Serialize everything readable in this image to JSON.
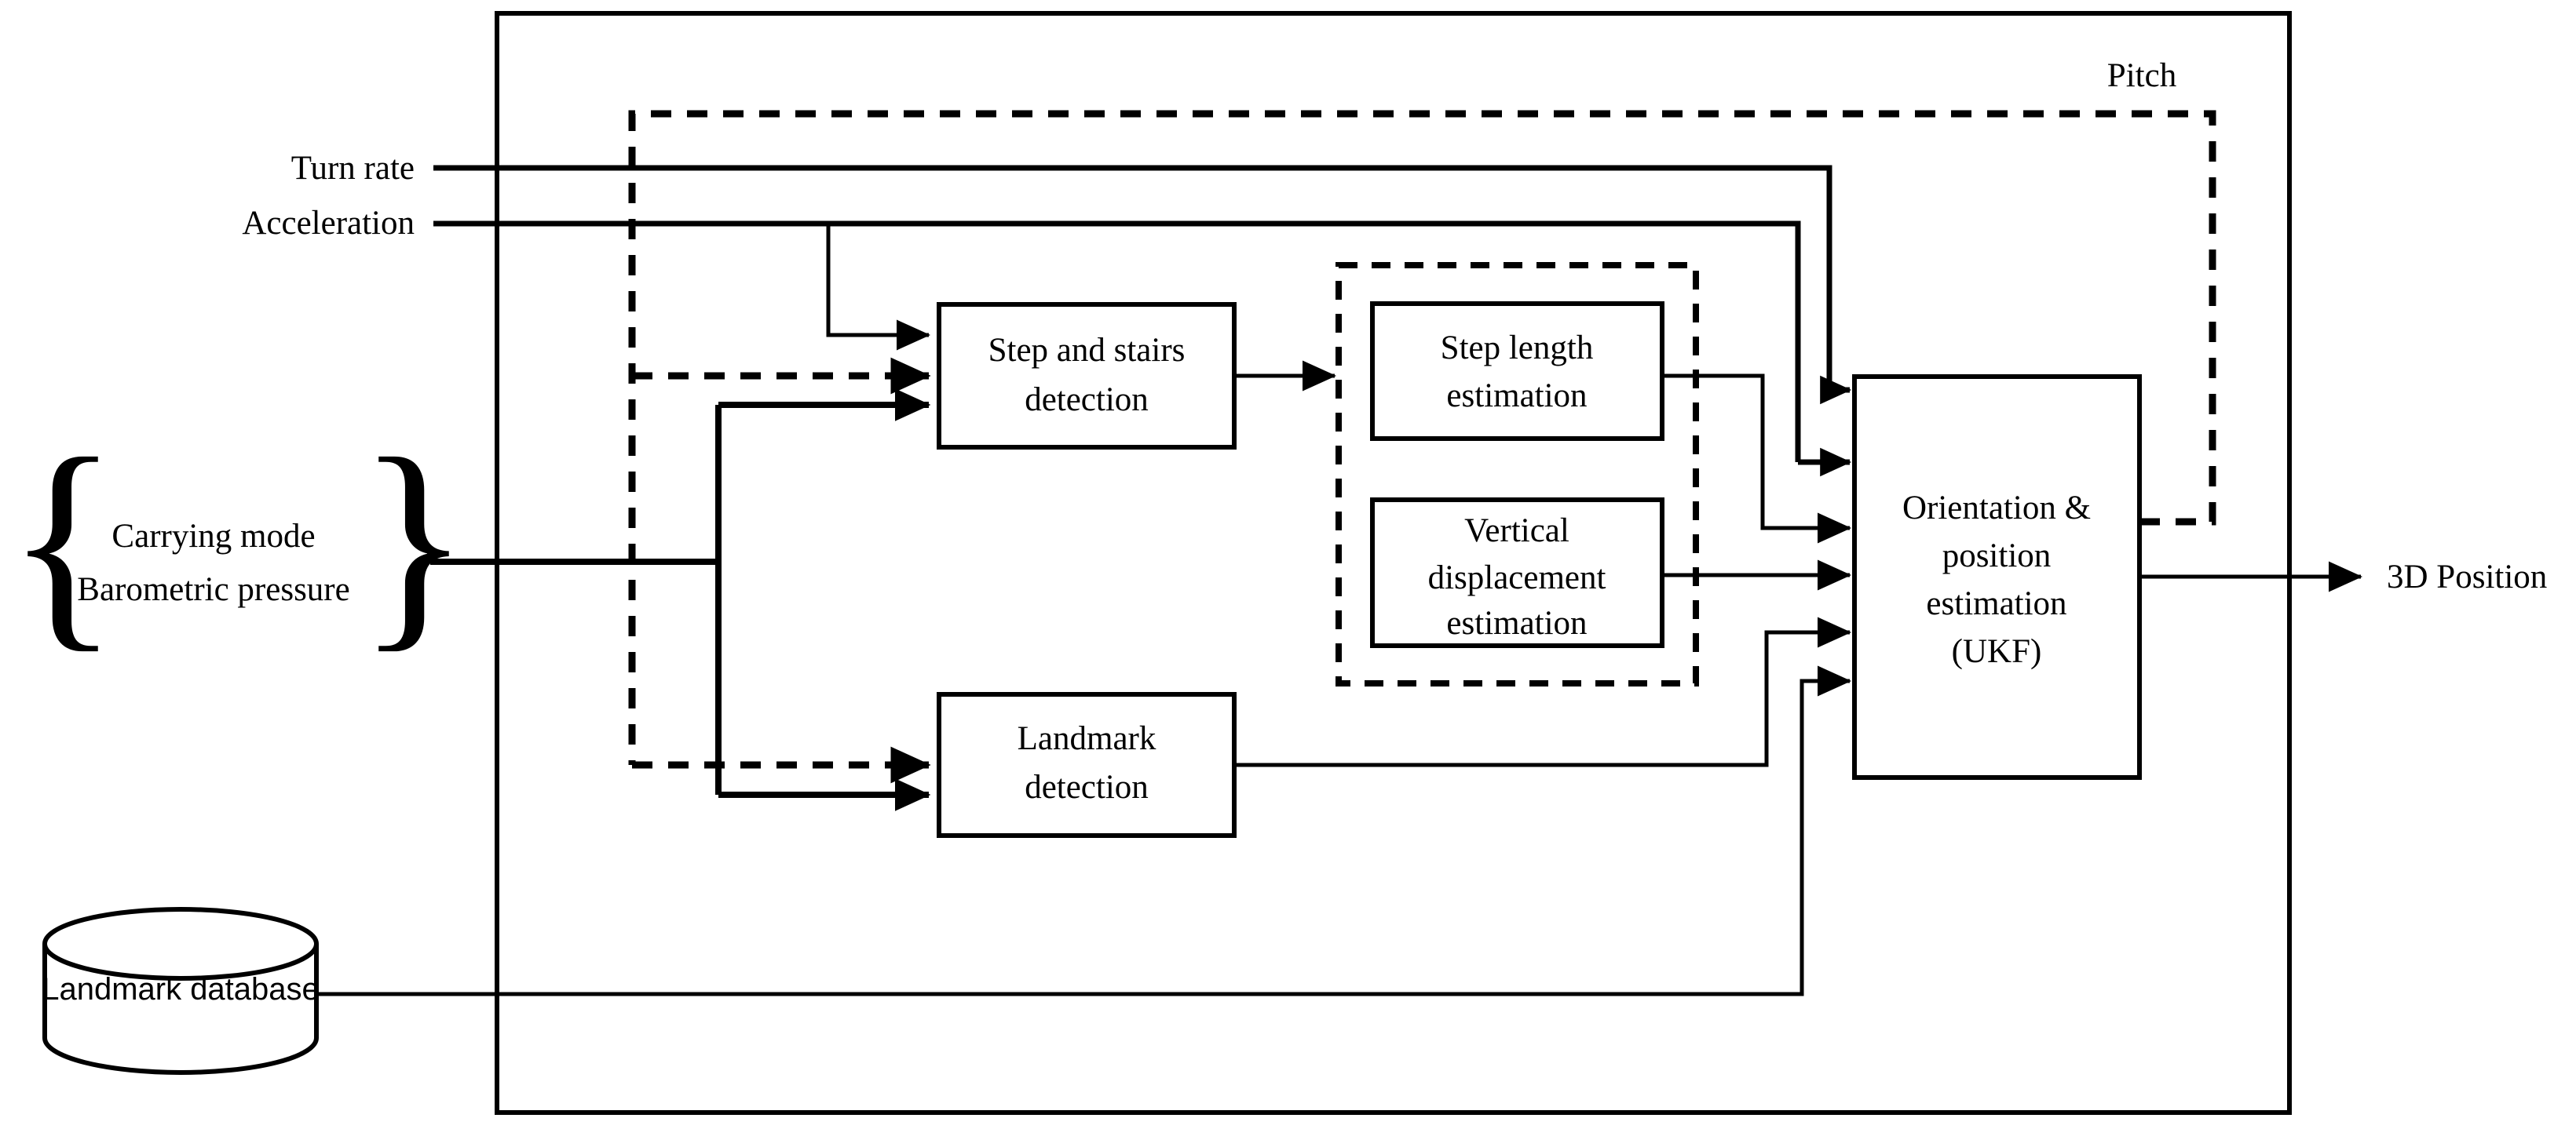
{
  "diagram": {
    "title_visible": false,
    "colors": {
      "stroke": "#000000",
      "background": "#ffffff"
    },
    "frame": {
      "name": "system-boundary",
      "style": "solid"
    },
    "inputs": [
      {
        "id": "turn-rate",
        "label": "Turn rate",
        "line": "thick-solid"
      },
      {
        "id": "acceleration",
        "label": "Acceleration",
        "line": "thick-solid"
      }
    ],
    "grouped_input": {
      "brace": "{",
      "brace_close": "}",
      "lines": [
        "Carrying mode",
        "Barometric pressure"
      ],
      "line_style": "thick-solid"
    },
    "blocks": [
      {
        "id": "step-and-stairs-detection",
        "lines": [
          "Step and stairs",
          "detection"
        ]
      },
      {
        "id": "step-length-estimation",
        "lines": [
          "Step length",
          "estimation"
        ]
      },
      {
        "id": "vertical-displacement-estimation",
        "lines": [
          "Vertical",
          "displacement",
          "estimation"
        ]
      },
      {
        "id": "landmark-detection",
        "lines": [
          "Landmark",
          "detection"
        ]
      },
      {
        "id": "orientation-position-estimation",
        "lines": [
          "Orientation &",
          "position",
          "estimation",
          "(UKF)"
        ]
      }
    ],
    "dashed_group": {
      "id": "displacement-estimation-group",
      "style": "dashed"
    },
    "database": {
      "id": "landmark-database",
      "label": "Landmark database",
      "shape": "cylinder"
    },
    "feedback": {
      "id": "pitch-feedback",
      "label": "Pitch",
      "style": "dashed"
    },
    "output": {
      "id": "three-d-position",
      "label": "3D Position",
      "style": "solid-arrow"
    }
  }
}
